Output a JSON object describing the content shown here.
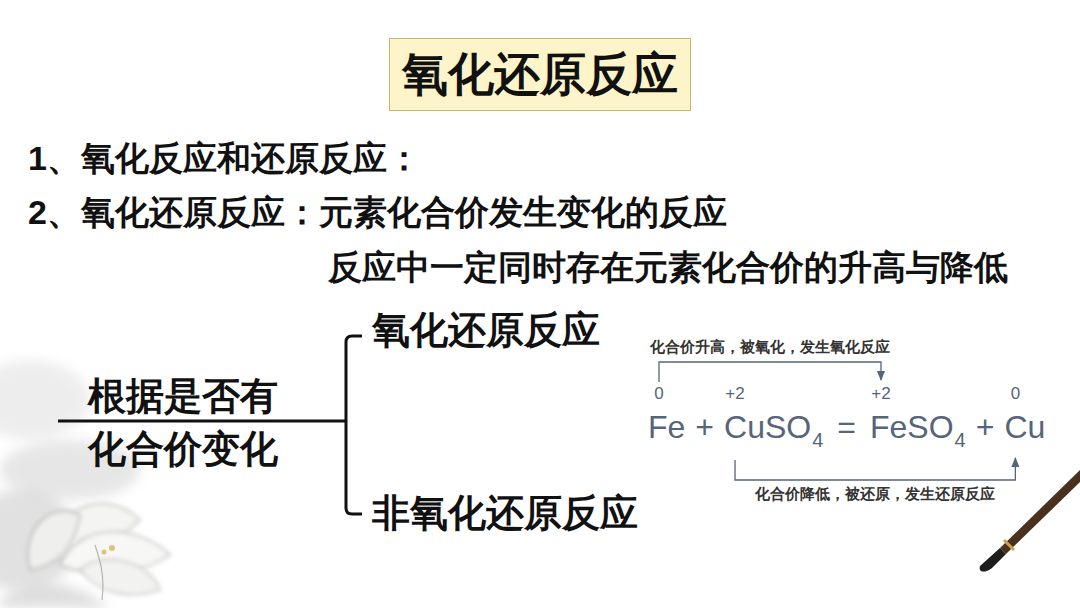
{
  "diagram": {
    "title": "氧化还原反应",
    "labels": [
      "1、氧化反应和还原反应：",
      "2、氧化还原反应：元素化合价发生变化的反应",
      "反应中一定同时存在元素化合价的升高与降低",
      "根据是否有",
      "化合价变化",
      "氧化还原反应",
      "非氧化还原反应",
      "化合价升高，被氧化，发生氧化反应",
      "0",
      "+2",
      "+2",
      "0",
      "Fe",
      "+",
      "CuSO",
      "4",
      "=",
      "FeSO",
      "4",
      "+",
      "Cu",
      "化合价降低，被还原，发生还原反应"
    ]
  }
}
